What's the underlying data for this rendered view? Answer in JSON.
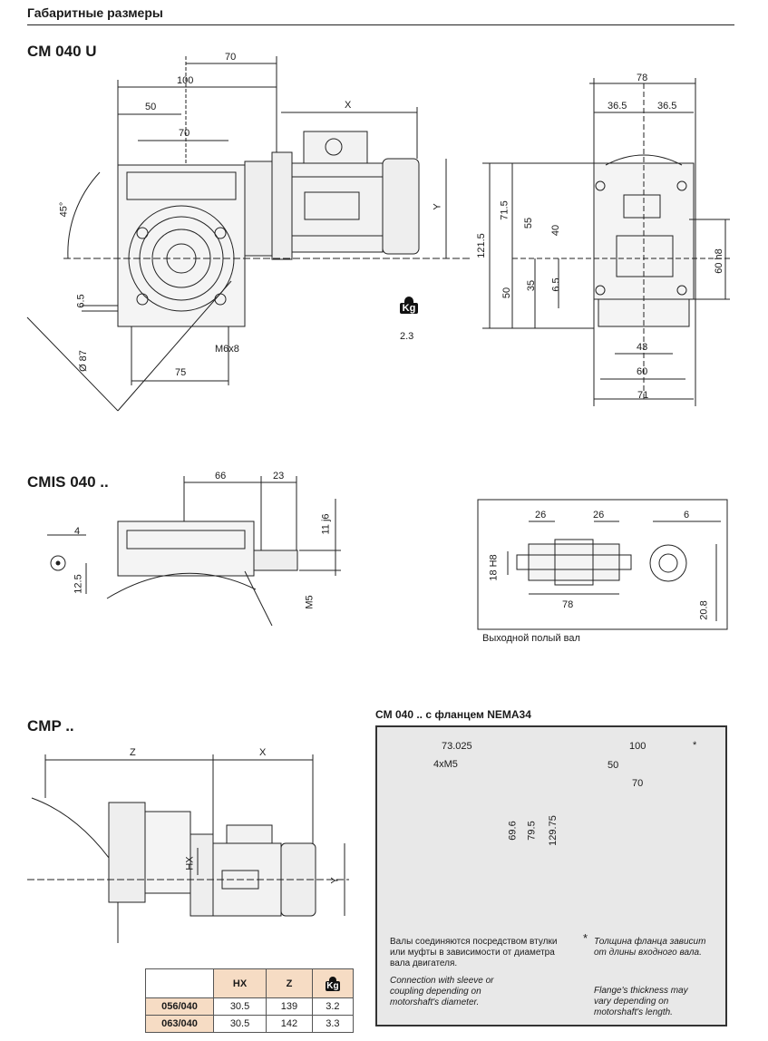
{
  "header": {
    "title": "Габаритные размеры"
  },
  "sections": {
    "cm040u": {
      "title": "CM 040 U",
      "dims": {
        "d70_top": "70",
        "d100": "100",
        "dX": "X",
        "d50": "50",
        "d70_mid": "70",
        "d45": "45°",
        "dY": "Y",
        "d6_5": "6.5",
        "d87": "Ø 87",
        "d75": "75",
        "dM6x8": "M6x8",
        "weight_value": "2.3",
        "kg_label": "Kg",
        "s78": "78",
        "s36_5a": "36.5",
        "s36_5b": "36.5",
        "s71_5": "71.5",
        "s55": "55",
        "s40": "40",
        "s121_5": "121.5",
        "s60h8": "60 h8",
        "s50": "50",
        "s35": "35",
        "s6_5": "6.5",
        "s43": "43",
        "s60": "60",
        "s71": "71"
      }
    },
    "cmis040": {
      "title": "CMIS 040 ..",
      "dims": {
        "d66": "66",
        "d23": "23",
        "d11j6": "11 j6",
        "d4": "4",
        "d12_5": "12.5",
        "dM5": "M5"
      },
      "shaft_box": {
        "d26a": "26",
        "d26b": "26",
        "d6": "6",
        "d18H8": "18 H8",
        "d78": "78",
        "d20_8": "20.8",
        "caption": "Выходной полый вал"
      }
    },
    "cmp": {
      "title": "CMP ..",
      "dims": {
        "dZ": "Z",
        "dX": "X",
        "dHX": "HX",
        "dY": "Y"
      },
      "table": {
        "headers": [
          "HX",
          "Z",
          "Kg"
        ],
        "rows": [
          {
            "label": "056/040",
            "hx": "30.5",
            "z": "139",
            "kg": "3.2"
          },
          {
            "label": "063/040",
            "hx": "30.5",
            "z": "142",
            "kg": "3.3"
          }
        ]
      }
    },
    "nema": {
      "title": "CM 040 .. с фланцем NEMA34",
      "dims": {
        "d73_025": "73.025",
        "d4xM5": "4xM5",
        "d69_6": "69.6",
        "d79_5": "79.5",
        "d129_75": "129.75",
        "d100": "100",
        "star": "*",
        "d50": "50",
        "d70": "70"
      },
      "notes": {
        "ru_left": "Валы соединяются посредством втулки или муфты в зависимости от диаметра вала двигателя.",
        "en_left": "Connection with sleeve or coupling depending on motorshaft's diameter.",
        "star": "*",
        "ru_right": "Толщина фланца зависит от длины входного вала.",
        "en_right": "Flange's thickness may vary depending on motorshaft's length."
      }
    }
  },
  "colors": {
    "accent_table": "#f6dcc4",
    "nema_bg": "#e8e8e8"
  }
}
